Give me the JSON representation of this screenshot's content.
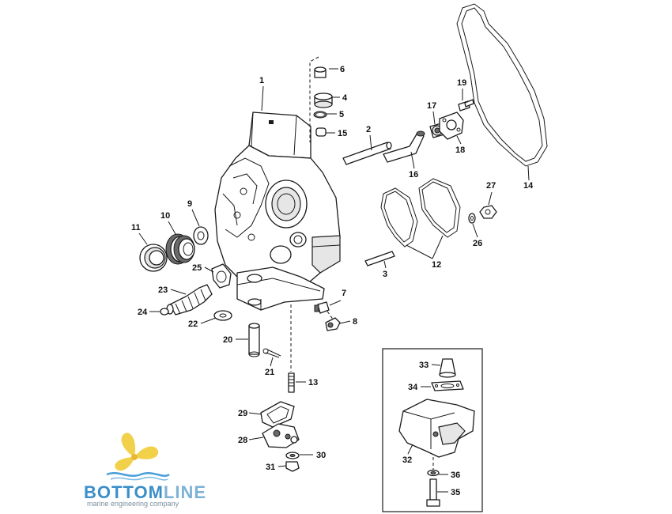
{
  "callouts": [
    "1",
    "2",
    "3",
    "4",
    "5",
    "6",
    "7",
    "8",
    "9",
    "10",
    "11",
    "12",
    "13",
    "14",
    "15",
    "16",
    "17",
    "18",
    "19",
    "20",
    "21",
    "22",
    "23",
    "24",
    "25",
    "26",
    "27",
    "28",
    "29",
    "30",
    "31",
    "32",
    "33",
    "34",
    "35",
    "36"
  ],
  "logo": {
    "word_part1": "BOTTOM",
    "word_part2": "LINE",
    "tagline": "marine engineering company",
    "colors": {
      "propeller": "#f2d14a",
      "wave": "#4a9fd8",
      "text": "#3b8fc9"
    }
  },
  "inset_box": {
    "present": true
  }
}
